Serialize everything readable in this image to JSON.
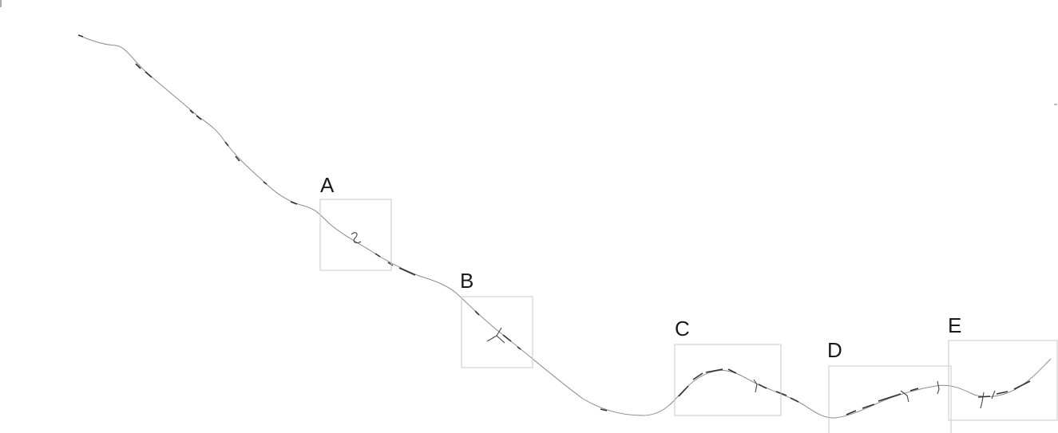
{
  "diagram": {
    "regions": [
      {
        "id": "A",
        "label": "A"
      },
      {
        "id": "B",
        "label": "B"
      },
      {
        "id": "C",
        "label": "C"
      },
      {
        "id": "D",
        "label": "D"
      },
      {
        "id": "E",
        "label": "E"
      }
    ],
    "colors": {
      "background": "#ffffff",
      "route_line": "#8c8c8c",
      "route_marks": "#333333",
      "box_stroke": "#c8c8c8",
      "label_text": "#1a1a1a"
    }
  }
}
